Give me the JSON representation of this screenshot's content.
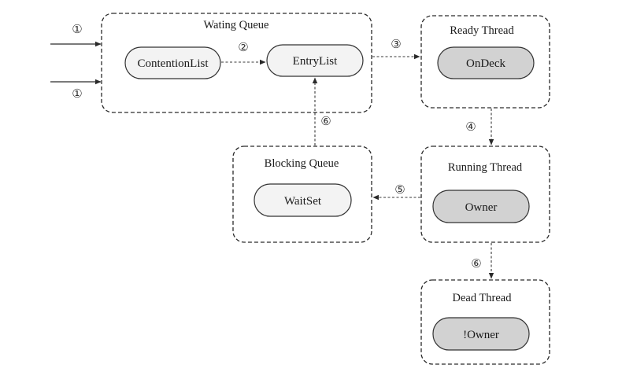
{
  "groups": {
    "waiting_queue": {
      "title": "Wating Queue"
    },
    "ready_thread": {
      "title": "Ready Thread"
    },
    "blocking_queue": {
      "title": "Blocking Queue"
    },
    "running_thread": {
      "title": "Running Thread"
    },
    "dead_thread": {
      "title": "Dead Thread"
    }
  },
  "nodes": {
    "contention_list": {
      "label": "ContentionList",
      "shade": "light"
    },
    "entry_list": {
      "label": "EntryList",
      "shade": "light"
    },
    "on_deck": {
      "label": "OnDeck",
      "shade": "dark"
    },
    "wait_set": {
      "label": "WaitSet",
      "shade": "light"
    },
    "owner": {
      "label": "Owner",
      "shade": "dark"
    },
    "not_owner": {
      "label": "!Owner",
      "shade": "dark"
    }
  },
  "steps": {
    "enter_top": "①",
    "enter_bottom": "①",
    "contention_to_entry": "②",
    "entry_to_ondeck": "③",
    "ondeck_to_owner": "④",
    "owner_to_waitset": "⑤",
    "waitset_to_entry": "⑥",
    "owner_to_dead": "⑥"
  },
  "colors": {
    "light_node": "#f3f3f3",
    "dark_node": "#d2d2d2",
    "stroke": "#333333"
  }
}
